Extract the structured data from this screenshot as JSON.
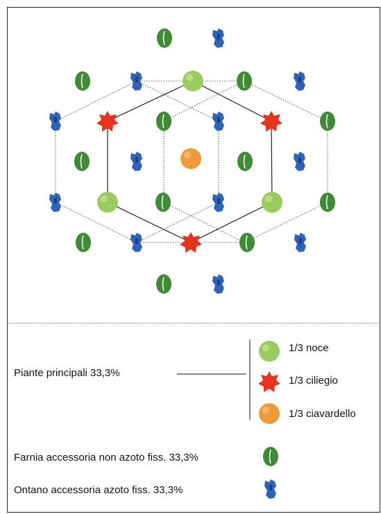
{
  "legend": {
    "main_plants_label": "Piante principali 33,3%",
    "noce_label": "1/3 noce",
    "ciliegio_label": "1/3 ciliegio",
    "ciavardello_label": "1/3 ciavardello",
    "farnia_label": "Farnia accessoria non azoto fiss. 33,3%",
    "ontano_label": "Ontano accessoria azoto fiss. 33,3%"
  },
  "colors": {
    "farnia": "#3f8a35",
    "ontano": "#2f63b8",
    "noce": "#9acb5e",
    "ciliegio": "#e4341d",
    "ciavardello": "#ef9a3a",
    "line": "#111111"
  },
  "trees": {
    "farnia": [
      [
        237,
        55
      ],
      [
        119,
        117
      ],
      [
        352,
        117
      ],
      [
        236,
        175
      ],
      [
        472,
        175
      ],
      [
        118,
        233
      ],
      [
        353,
        233
      ],
      [
        235,
        292
      ],
      [
        472,
        292
      ],
      [
        120,
        350
      ],
      [
        356,
        350
      ],
      [
        236,
        410
      ]
    ],
    "ontano": [
      [
        315,
        55
      ],
      [
        197,
        117
      ],
      [
        432,
        117
      ],
      [
        80,
        175
      ],
      [
        315,
        175
      ],
      [
        197,
        233
      ],
      [
        432,
        233
      ],
      [
        80,
        292
      ],
      [
        315,
        292
      ],
      [
        197,
        350
      ],
      [
        433,
        350
      ],
      [
        315,
        410
      ]
    ],
    "noce": [
      [
        278,
        117
      ],
      [
        155,
        292
      ],
      [
        392,
        292
      ]
    ],
    "ciliegio": [
      [
        155,
        175
      ],
      [
        391,
        175
      ],
      [
        275,
        350
      ]
    ],
    "ciavardello": [
      [
        275,
        229
      ]
    ]
  }
}
